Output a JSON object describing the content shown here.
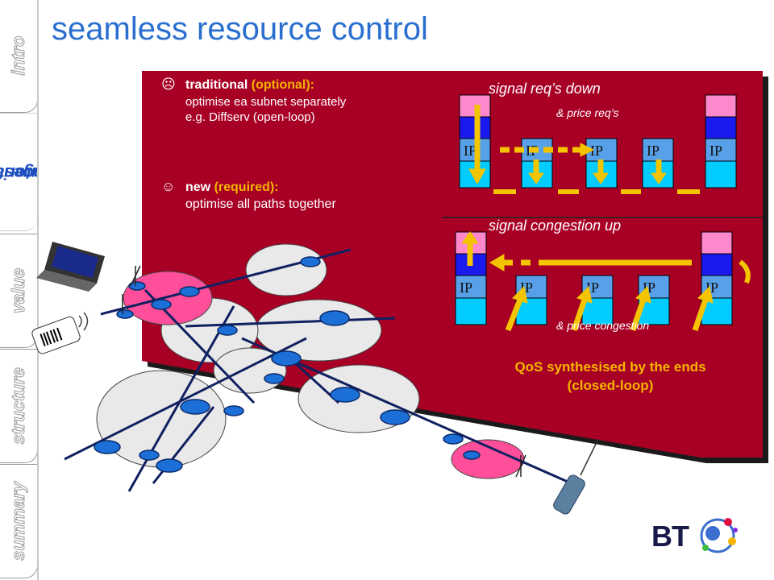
{
  "title": "seamless resource control",
  "nav": {
    "tabs": [
      {
        "label": "intro",
        "active": false
      },
      {
        "label": "congestion tutorial",
        "line1": "congestion",
        "line2": "tutorial",
        "active": true
      },
      {
        "label": "value",
        "active": false
      },
      {
        "label": "structure",
        "active": false
      },
      {
        "label": "summary",
        "active": false
      }
    ]
  },
  "bullets": [
    {
      "icon": "☹",
      "head": "traditional",
      "qualifier": "(optional):",
      "lines": [
        "optimise ea subnet  separately",
        "e.g. Diffserv (open-loop)"
      ]
    },
    {
      "icon": "☺",
      "head": "new",
      "qualifier": "(required):",
      "lines": [
        "optimise all paths together"
      ]
    }
  ],
  "diagram": {
    "top_label": "signal req’s down",
    "top_sublabel": "& price req’s",
    "bottom_label": "signal congestion up",
    "bottom_sublabel": "& price congestion",
    "node_label": "IP",
    "qos_text": "QoS synthesised by the ends (closed-loop)"
  },
  "brand": "BT",
  "colors": {
    "panel": "#a80025",
    "accent": "#f4b400",
    "title": "#2a6fd0",
    "node_blue": "#1a1aee",
    "node_cyan": "#00ccff",
    "node_pink": "#ff66cc"
  }
}
